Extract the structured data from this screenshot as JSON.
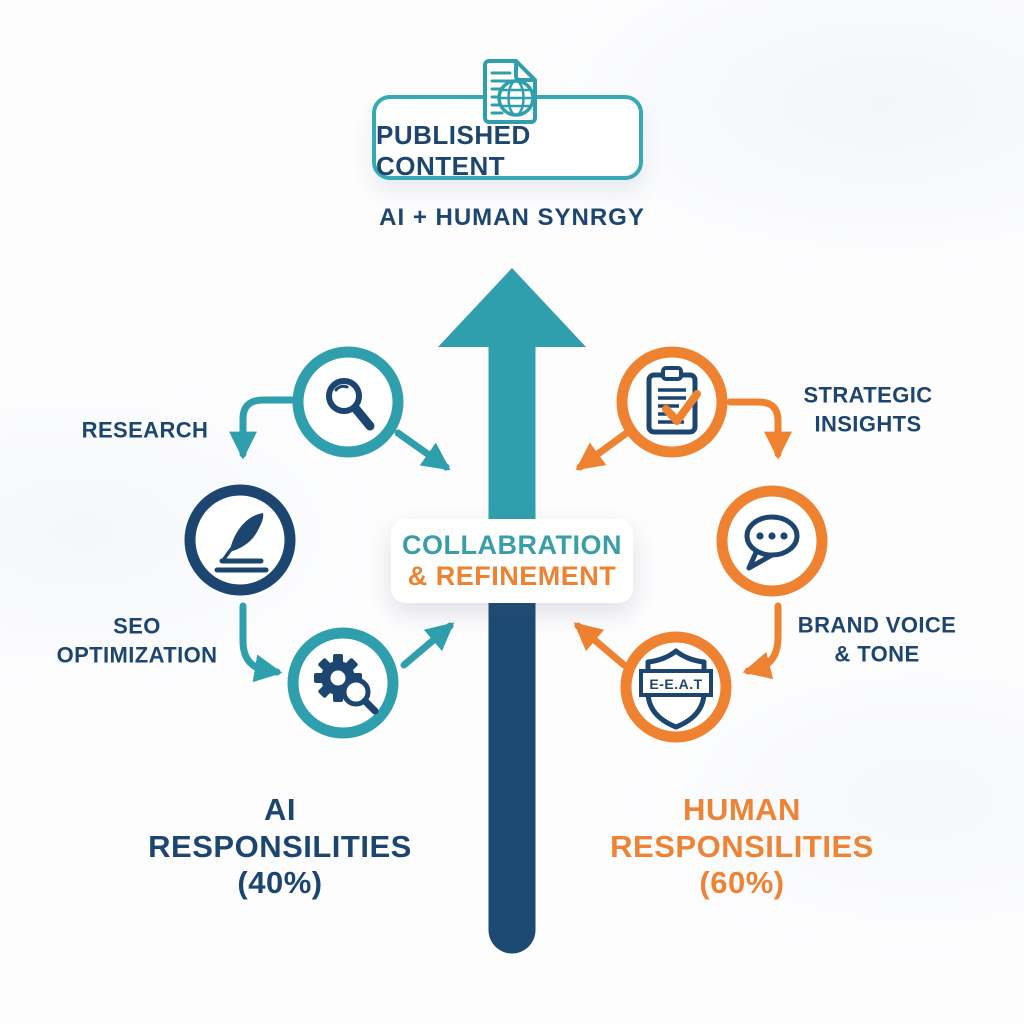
{
  "colors": {
    "teal": "#2f9fad",
    "teal_border": "#36a9b4",
    "navy": "#1c4670",
    "navy_dark_arrow": "#1d4a72",
    "orange": "#ee8230",
    "background": "#fdfdfe"
  },
  "header": {
    "box_label": "PUBLISHED CONTENT",
    "box_icon": "document-globe-icon",
    "subtitle": "AI + HUMAN SYNRGY"
  },
  "center_label": {
    "line1": "COLLABRATION",
    "line2": "& REFINEMENT"
  },
  "center_arrow": {
    "direction": "up",
    "top_color": "#2f9fad",
    "bottom_color": "#1d4a72"
  },
  "ai_side": {
    "title_lines": [
      "AI",
      "RESPONSILITIES",
      "(40%)"
    ],
    "labels": {
      "research": "RESEARCH",
      "seo_line1": "SEO",
      "seo_line2": "OPTIMIZATION"
    },
    "icons": [
      "magnifier-icon",
      "quill-pen-icon",
      "gear-search-icon"
    ]
  },
  "human_side": {
    "title_lines": [
      "HUMAN",
      "RESPONSILITIES",
      "(60%)"
    ],
    "labels": {
      "strategic_line1": "STRATEGIC",
      "strategic_line2": "INSIGHTS",
      "brand_line1": "BRAND VOICE",
      "brand_line2": "& TONE"
    },
    "icons": [
      "clipboard-check-icon",
      "speech-bubble-icon",
      "eat-shield-icon"
    ],
    "eat_badge_text": "E-E.A.T"
  }
}
